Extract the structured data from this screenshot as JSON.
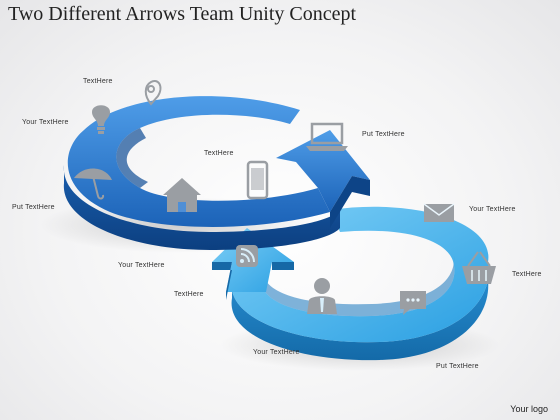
{
  "title": "Two Different Arrows Team Unity Concept",
  "labels": {
    "top_text": "TextHere",
    "upper_left": "Your TextHere",
    "left": "Put TextHere",
    "inner_upper": "TextHere",
    "upper_right": "Put TextHere",
    "right_top": "Your TextHere",
    "right": "TextHere",
    "middle": "Your TextHere",
    "lower_left": "TextHere",
    "bottom": "Your TextHere",
    "bottom_right": "Put TextHere"
  },
  "icons": [
    "location-pin",
    "bulb",
    "umbrella",
    "house",
    "mobile-phone",
    "laptop",
    "rss",
    "user",
    "chat",
    "mail",
    "shopping-basket"
  ],
  "colors": {
    "upper_arrow": "#1e6fc8",
    "lower_arrow": "#2ba3e6",
    "icon_gray": "#9a9ea3"
  },
  "logo": "Your logo"
}
